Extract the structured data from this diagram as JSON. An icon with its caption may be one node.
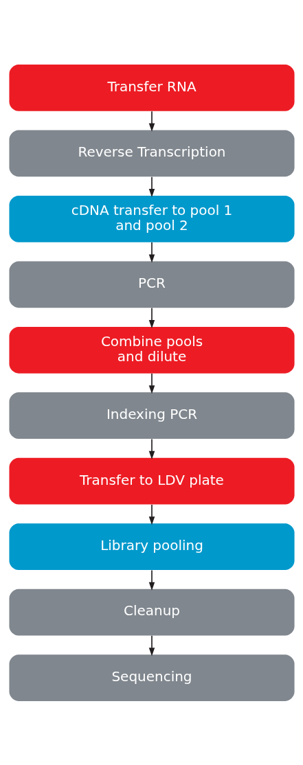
{
  "diagram": {
    "nodes": [
      {
        "text": [
          "Transfer RNA"
        ]
      },
      {
        "text": [
          "Reverse Transcription"
        ]
      },
      {
        "text": [
          "cDNA transfer to pool 1 and pool 2"
        ]
      },
      {
        "text": [
          "PCR"
        ]
      },
      {
        "text": [
          "Combine pools and dilute"
        ]
      },
      {
        "text": [
          "Indexing PCR"
        ]
      },
      {
        "text": [
          "Transfer to LDV plate"
        ]
      },
      {
        "text": [
          "Library pooling"
        ]
      },
      {
        "text": [
          "Cleanup"
        ]
      },
      {
        "text": [
          "Sequencing"
        ]
      }
    ],
    "edges": [
      {
        "from": 0,
        "to": 1,
        "arrow": "to"
      },
      {
        "from": 1,
        "to": 2,
        "arrow": "to"
      },
      {
        "from": 2,
        "to": 3,
        "arrow": "to"
      },
      {
        "from": 3,
        "to": 4,
        "arrow": "to"
      },
      {
        "from": 4,
        "to": 5,
        "arrow": "to"
      },
      {
        "from": 5,
        "to": 6,
        "arrow": "to"
      },
      {
        "from": 6,
        "to": 7,
        "arrow": "to"
      },
      {
        "from": 7,
        "to": 8,
        "arrow": "to"
      },
      {
        "from": 8,
        "to": 9,
        "arrow": "to"
      }
    ]
  }
}
